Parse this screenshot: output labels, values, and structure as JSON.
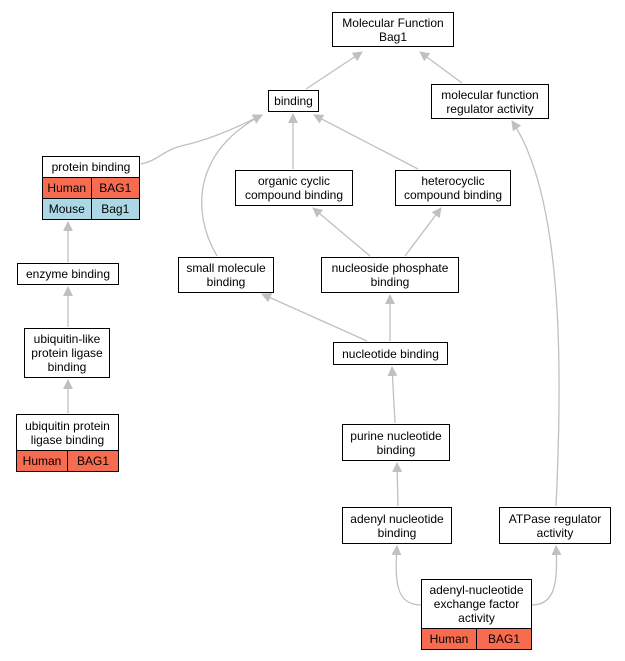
{
  "colors": {
    "edge": "#c0c0c0",
    "node_border": "#000000",
    "human_fill": "#f76b51",
    "mouse_fill": "#acd8e6"
  },
  "nodes": {
    "mf_root": {
      "lines": [
        "Molecular Function",
        "Bag1"
      ]
    },
    "binding": {
      "lines": [
        "binding"
      ]
    },
    "mf_regulator": {
      "lines": [
        "molecular function",
        "regulator activity"
      ]
    },
    "protein_binding": {
      "lines": [
        "protein binding"
      ]
    },
    "organic_cyclic": {
      "lines": [
        "organic cyclic",
        "compound binding"
      ]
    },
    "heterocyclic": {
      "lines": [
        "heterocyclic",
        "compound binding"
      ]
    },
    "enzyme_binding": {
      "lines": [
        "enzyme binding"
      ]
    },
    "small_molecule": {
      "lines": [
        "small molecule",
        "binding"
      ]
    },
    "nucleoside_phosphate": {
      "lines": [
        "nucleoside phosphate",
        "binding"
      ]
    },
    "ubl_ligase": {
      "lines": [
        "ubiquitin-like",
        "protein ligase",
        "binding"
      ]
    },
    "nucleotide_binding": {
      "lines": [
        "nucleotide binding"
      ]
    },
    "ub_ligase": {
      "lines": [
        "ubiquitin protein",
        "ligase binding"
      ]
    },
    "purine_nucleotide": {
      "lines": [
        "purine nucleotide",
        "binding"
      ]
    },
    "adenyl_nucleotide": {
      "lines": [
        "adenyl nucleotide",
        "binding"
      ]
    },
    "atpase_regulator": {
      "lines": [
        "ATPase regulator",
        "activity"
      ]
    },
    "adenyl_exchange": {
      "lines": [
        "adenyl-nucleotide",
        "exchange factor",
        "activity"
      ]
    }
  },
  "annotations": {
    "protein_binding": [
      {
        "species": "Human",
        "gene": "BAG1"
      },
      {
        "species": "Mouse",
        "gene": "Bag1"
      }
    ],
    "ub_ligase": [
      {
        "species": "Human",
        "gene": "BAG1"
      }
    ],
    "adenyl_exchange": [
      {
        "species": "Human",
        "gene": "BAG1"
      }
    ]
  }
}
